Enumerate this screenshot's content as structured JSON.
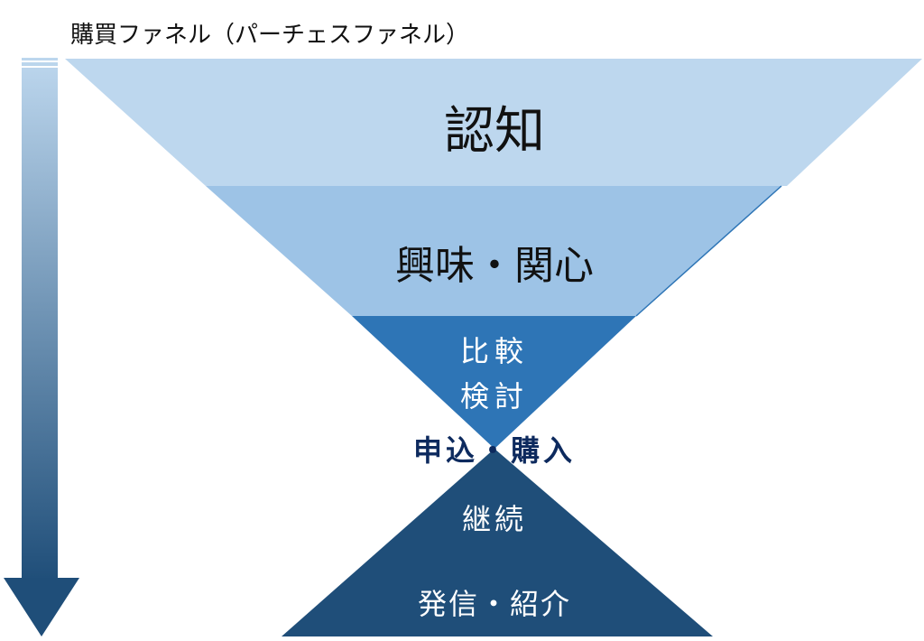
{
  "title": "購買ファネル（パーチェスファネル）",
  "stages": {
    "awareness": "認知",
    "interest": "興味・関心",
    "comparison_line1": "比較",
    "comparison_line2": "検討",
    "purchase": "申込・購入",
    "retention": "継続",
    "advocacy": "発信・紹介"
  },
  "colors": {
    "awareness": "#bdd7ee",
    "interest": "#9dc3e6",
    "comparison": "#2e75b6",
    "retention": "#1f4e79",
    "purchase_text": "#0d2a5e"
  }
}
